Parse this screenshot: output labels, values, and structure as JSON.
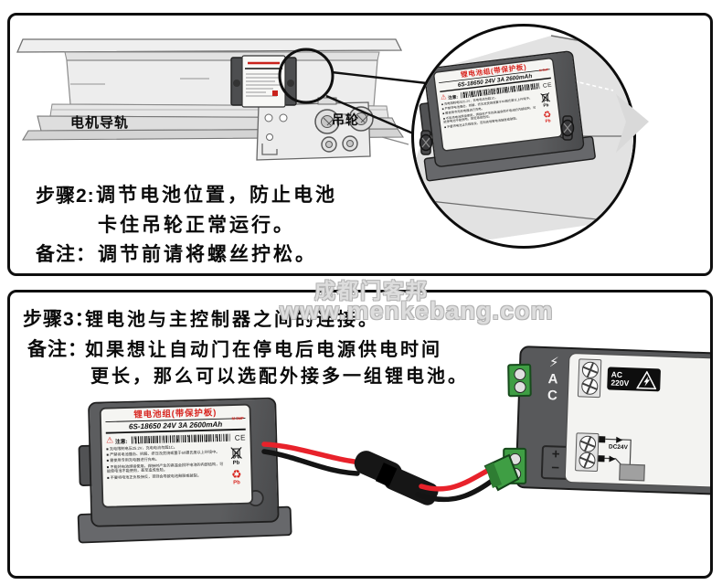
{
  "watermark": {
    "line1": "成都门客邦",
    "line2": "www.menkebang.com"
  },
  "step2": {
    "label": "步骤2:",
    "line1": "调节电池位置，防止电池",
    "line2": "卡住吊轮正常运行。",
    "note_label": "备注：",
    "note_line": "调节前请将螺丝拧松。",
    "rail_label": "电机导轨",
    "wheel_label": "吊轮"
  },
  "step3": {
    "label": "步骤3：",
    "line1": "锂电池与主控制器之间的连接。",
    "note_label": "备注：",
    "note_line1": "如果想让自动门在停电后电源供电时间",
    "note_line2": "更长，那么可以选配外接多一组锂电池。"
  },
  "battery_label": {
    "title": "锂电池组(带保护板)",
    "brand": "M-3MP",
    "spec": "6S-18650 24V 3A 2600mAh",
    "warning_icon": "⚠",
    "caution_label": "注意:",
    "ce_mark": "CE",
    "warnings": [
      "■ 充电限制电压25.2V，充电电流勿超1C。",
      "■ 严禁将电池撞击、拆解、挤压及焚烧或置于60摄氏度以上环境中。",
      "■ 需使用专用充电器进行充电。",
      "■ 不能将电池焊接使用，焊接时产生的高温会损坏电池的内部结构，可能使电池不能使用，甚至造成危险。",
      "■ 不要将电池正负极接反，否则会导致电池鼓胀或破裂。"
    ],
    "pb_mark": "Pb",
    "recycle_icon": "♻"
  },
  "controller": {
    "side_label": "⚡AC",
    "ac_badge_line1": "AC",
    "ac_badge_line2": "220V",
    "dc_label": "DC24V",
    "plus": "+",
    "minus": "−"
  },
  "colors": {
    "accent_red": "#d8231d",
    "wire_red": "#e8222b",
    "connector_green": "#3f9e44",
    "body_gray": "#58595b",
    "panel_border": "#0f0f0f"
  }
}
